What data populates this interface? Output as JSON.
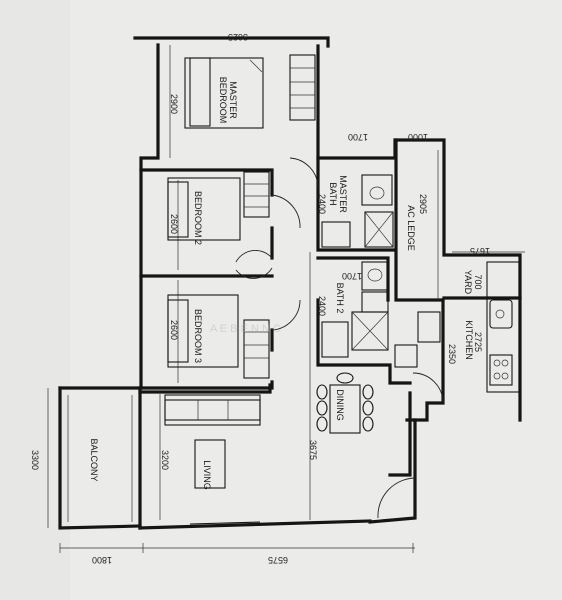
{
  "rooms": {
    "master_bedroom": "MASTER\nBEDROOM",
    "bedroom2": "BEDROOM 2",
    "bedroom3": "BEDROOM 3",
    "master_bath": "MASTER\nBATH",
    "bath2": "BATH 2",
    "ac_ledge": "AC LEDGE",
    "yard": "YARD",
    "kitchen": "KITCHEN",
    "dining": "DINING",
    "living": "LIVING",
    "balcony": "BALCONY"
  },
  "dimensions": {
    "d3625": "3625",
    "d2900": "2900",
    "d1700": "1700",
    "d1000": "1000",
    "d2400a": "2400",
    "d2905": "2905",
    "d1675": "1675",
    "d2600a": "2600",
    "d2600b": "2600",
    "d1700b": "1700",
    "d700": "700",
    "d2400b": "2400",
    "d2725": "2725",
    "d2350": "2350",
    "d3675": "3675",
    "d3300": "3300",
    "d3200": "3200",
    "d1800": "1800",
    "d6575": "6575"
  },
  "watermark": "A  E  B  E  N  N  C"
}
